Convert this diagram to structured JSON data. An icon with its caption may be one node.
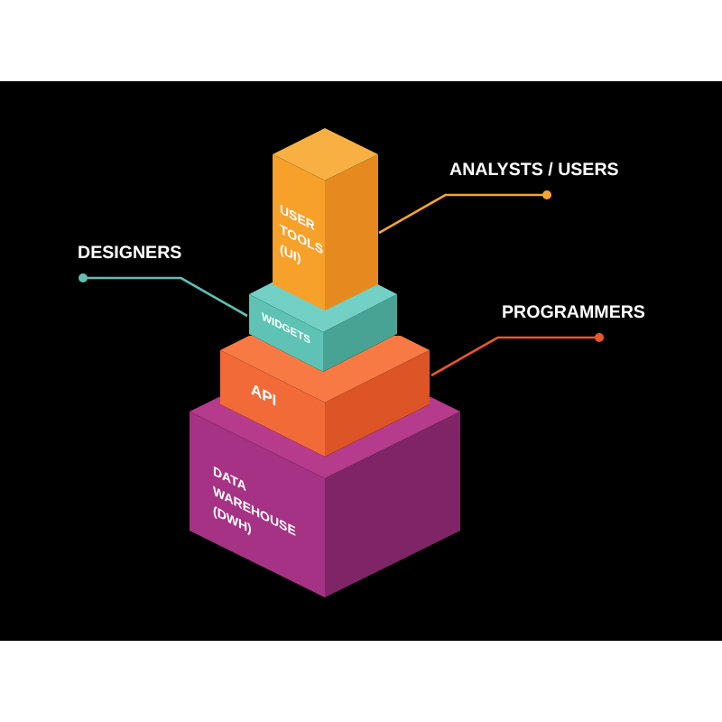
{
  "diagram": {
    "nodes": [
      {
        "text": [
          "USER TOOLS (UI)"
        ]
      },
      {
        "text": [
          "ANALYSTS / USERS"
        ]
      },
      {
        "text": [
          "DESIGNERS"
        ]
      },
      {
        "text": [
          "WIDGETS"
        ]
      },
      {
        "text": [
          "PROGRAMMERS"
        ]
      },
      {
        "text": [
          "API"
        ]
      },
      {
        "text": [
          "DATA WAREHOUSE (DWH)"
        ]
      }
    ],
    "edges": [
      {
        "from": 1,
        "to": 0,
        "arrow": "other",
        "color": "#f5a530"
      },
      {
        "from": 2,
        "to": 3,
        "arrow": "other",
        "color": "#5fc0b3"
      },
      {
        "from": 4,
        "to": 5,
        "arrow": "other",
        "color": "#e9562c"
      }
    ]
  }
}
